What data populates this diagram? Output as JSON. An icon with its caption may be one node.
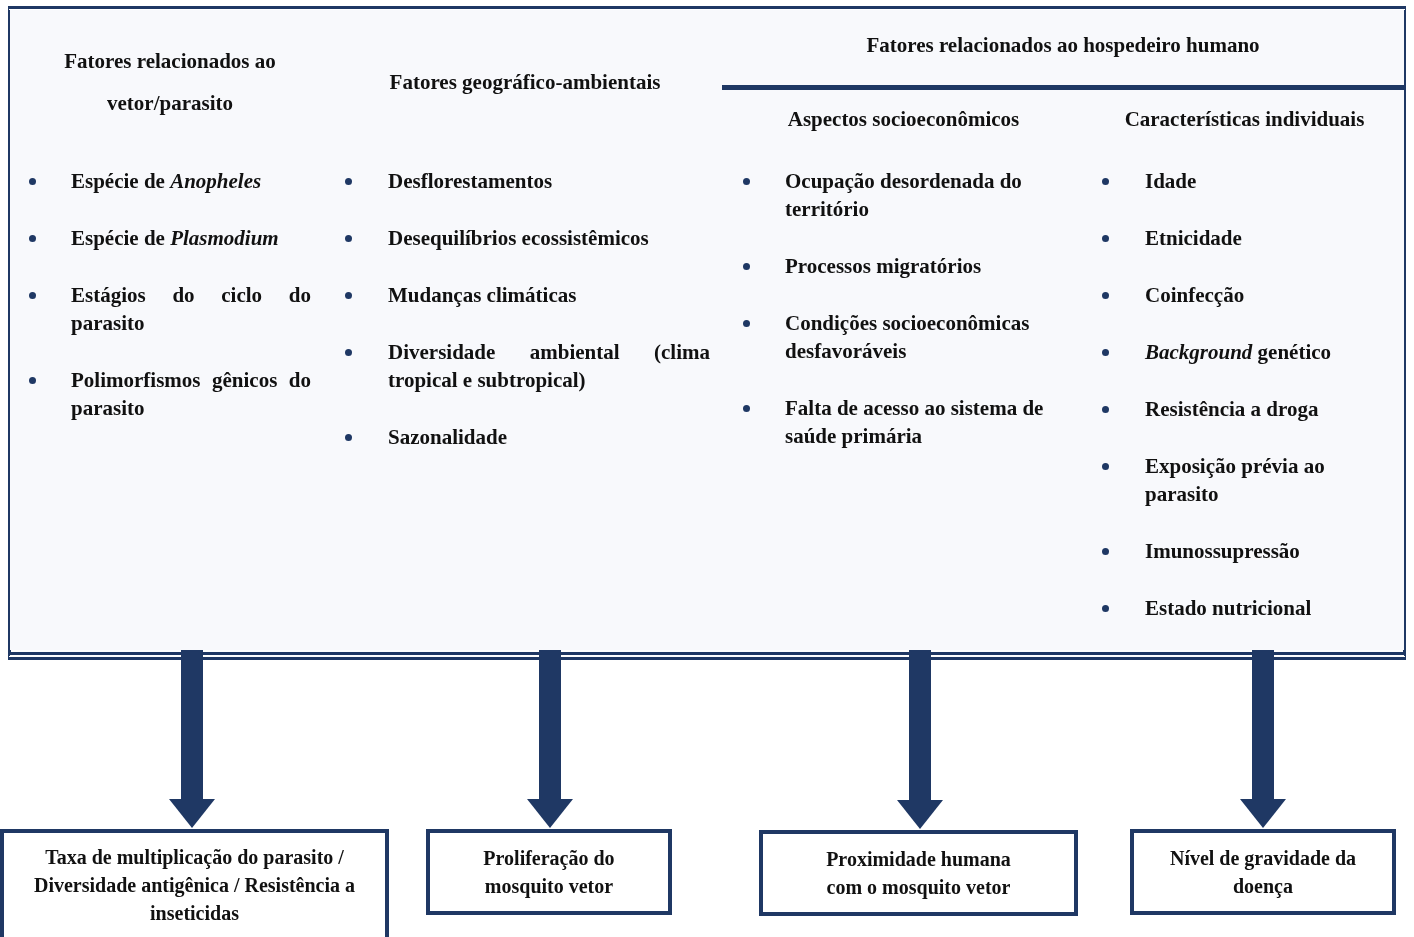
{
  "diagram": {
    "nodes": [
      {
        "text": [
          "Fatores relacionados ao vetor/parasito",
          "Espécie de *Anopheles*",
          "Espécie de *Plasmodium*",
          "Estágios do ciclo do parasito",
          "Polimorfismos gênicos do parasito"
        ]
      },
      {
        "text": [
          "Fatores geográfico-ambientais",
          "Desflorestamentos",
          "Desequilíbrios ecossistêmicos",
          "Mudanças climáticas",
          "Diversidade ambiental (clima tropical e subtropical)",
          "Sazonalidade"
        ]
      },
      {
        "text": [
          "Fatores relacionados ao hospedeiro humano"
        ]
      },
      {
        "text": [
          "Aspectos socioeconômicos",
          "Ocupação desordenada do território",
          "Processos migratórios",
          "Condições socioeconômicas desfavoráveis",
          "Falta de acesso ao sistema de saúde primária"
        ],
        "in": 2
      },
      {
        "text": [
          "Características individuais",
          "Idade",
          "Etnicidade",
          "Coinfecção",
          "*Background* genético",
          "Resistência a droga",
          "Exposição prévia ao parasito",
          "Imunossupressão",
          "Estado nutricional"
        ],
        "in": 2
      },
      {
        "text": [
          "Taxa de multiplicação do parasito / Diversidade antigênica / Resistência a inseticidas"
        ]
      },
      {
        "text": [
          "Proliferação do mosquito vetor"
        ]
      },
      {
        "text": [
          "Proximidade humana com o mosquito vetor"
        ]
      },
      {
        "text": [
          "Nível de gravidade da doença"
        ]
      }
    ],
    "edges": [
      {
        "from": 0,
        "to": 5,
        "arrow": "to"
      },
      {
        "from": 1,
        "to": 6,
        "arrow": "to"
      },
      {
        "from": 3,
        "to": 7,
        "arrow": "to"
      },
      {
        "from": 4,
        "to": 8,
        "arrow": "to"
      }
    ]
  }
}
